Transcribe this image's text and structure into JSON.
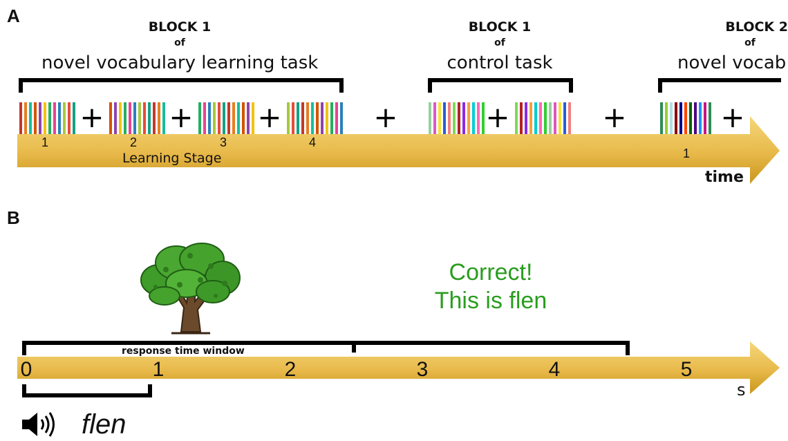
{
  "colors": {
    "arrow_light": "#f4d77a",
    "arrow_dark": "#c9961c",
    "feedback_green": "#2a9d1f",
    "bracket": "#000000"
  },
  "panel_a": {
    "label": "A",
    "blocks": [
      {
        "title": "BLOCK 1",
        "of": "of",
        "task": "novel vocabulary learning task"
      },
      {
        "title": "BLOCK 1",
        "of": "of",
        "task": "control task"
      },
      {
        "title": "BLOCK 2",
        "of": "of",
        "task": "novel vocab"
      }
    ],
    "plus_sign": "+",
    "stage_numbers": [
      "1",
      "2",
      "3",
      "4"
    ],
    "block2_stage_number": "1",
    "stage_label": "Learning Stage",
    "time_label": "time",
    "bar_palettes": {
      "learning": [
        "#c0392b",
        "#e67e22",
        "#1abc9c",
        "#d35400",
        "#8e44ad",
        "#f1c40f",
        "#27ae60",
        "#e84393",
        "#2980b9",
        "#a3c940",
        "#e74c3c",
        "#16a085"
      ],
      "control": [
        "#9ad0a0",
        "#e056c1",
        "#f5e33b",
        "#2c5bd6",
        "#f08080",
        "#7ed957",
        "#b22222",
        "#8a2be2",
        "#f9a03f",
        "#00ced1",
        "#ff69b4",
        "#32cd32"
      ],
      "block2": [
        "#2e8b57",
        "#9acd32",
        "#b0e0e6",
        "#8b0000",
        "#00008b",
        "#ff4500",
        "#006400",
        "#4b0082",
        "#1e90ff",
        "#c71585"
      ]
    }
  },
  "panel_b": {
    "label": "B",
    "feedback_line1": "Correct!",
    "feedback_line2": "This is flen",
    "window_label": "response time window",
    "ticks": [
      "0",
      "1",
      "2",
      "3",
      "4",
      "5"
    ],
    "unit": "s",
    "word": "flen",
    "icons": [
      "tree-picture",
      "speaker-icon"
    ]
  }
}
